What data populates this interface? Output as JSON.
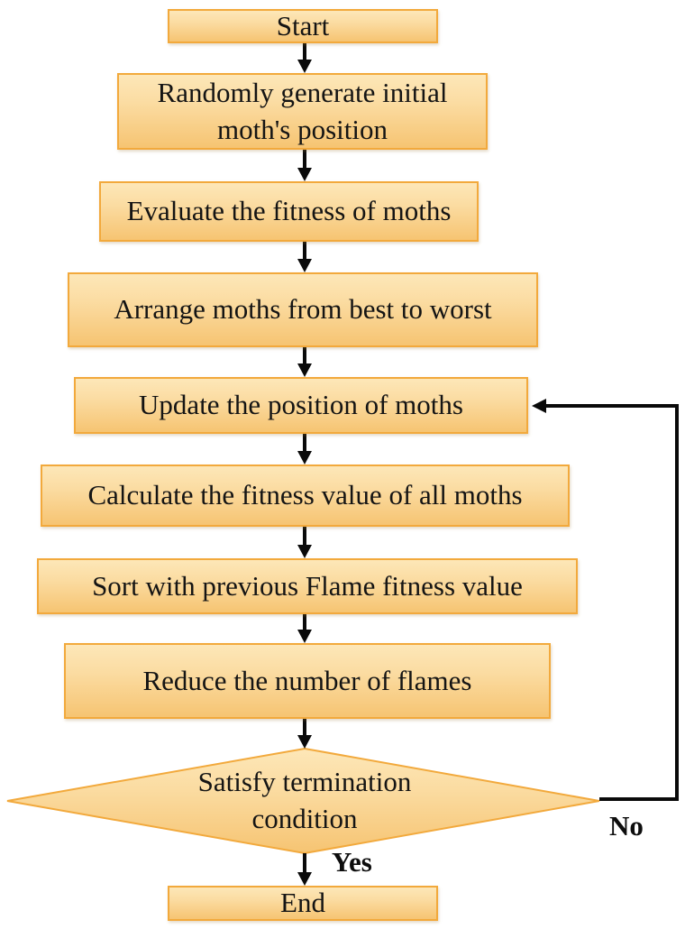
{
  "flowchart": {
    "nodes": [
      {
        "id": "start",
        "type": "terminator",
        "label": "Start"
      },
      {
        "id": "init",
        "type": "process",
        "label": "Randomly generate initial moth's position"
      },
      {
        "id": "evaluate",
        "type": "process",
        "label": "Evaluate the fitness of moths"
      },
      {
        "id": "arrange",
        "type": "process",
        "label": "Arrange moths from best to worst"
      },
      {
        "id": "update",
        "type": "process",
        "label": "Update the position of moths"
      },
      {
        "id": "calculate",
        "type": "process",
        "label": "Calculate the fitness value of all moths"
      },
      {
        "id": "sort",
        "type": "process",
        "label": "Sort with previous Flame fitness value"
      },
      {
        "id": "reduce",
        "type": "process",
        "label": "Reduce the number of flames"
      },
      {
        "id": "decision",
        "type": "decision",
        "label": "Satisfy termination condition"
      },
      {
        "id": "end",
        "type": "terminator",
        "label": "End"
      }
    ],
    "edges": [
      {
        "from": "start",
        "to": "init",
        "label": ""
      },
      {
        "from": "init",
        "to": "evaluate",
        "label": ""
      },
      {
        "from": "evaluate",
        "to": "arrange",
        "label": ""
      },
      {
        "from": "arrange",
        "to": "update",
        "label": ""
      },
      {
        "from": "update",
        "to": "calculate",
        "label": ""
      },
      {
        "from": "calculate",
        "to": "sort",
        "label": ""
      },
      {
        "from": "sort",
        "to": "reduce",
        "label": ""
      },
      {
        "from": "reduce",
        "to": "decision",
        "label": ""
      },
      {
        "from": "decision",
        "to": "end",
        "label": "Yes"
      },
      {
        "from": "decision",
        "to": "update",
        "label": "No"
      }
    ],
    "branch_labels": {
      "yes": "Yes",
      "no": "No"
    },
    "colors": {
      "node_border": "#F2A93C",
      "node_fill_top": "#FDE7B8",
      "node_fill_bottom": "#F6C472",
      "connector": "#0A0A0A",
      "text": "#141414",
      "background": "#FFFFFF"
    }
  }
}
